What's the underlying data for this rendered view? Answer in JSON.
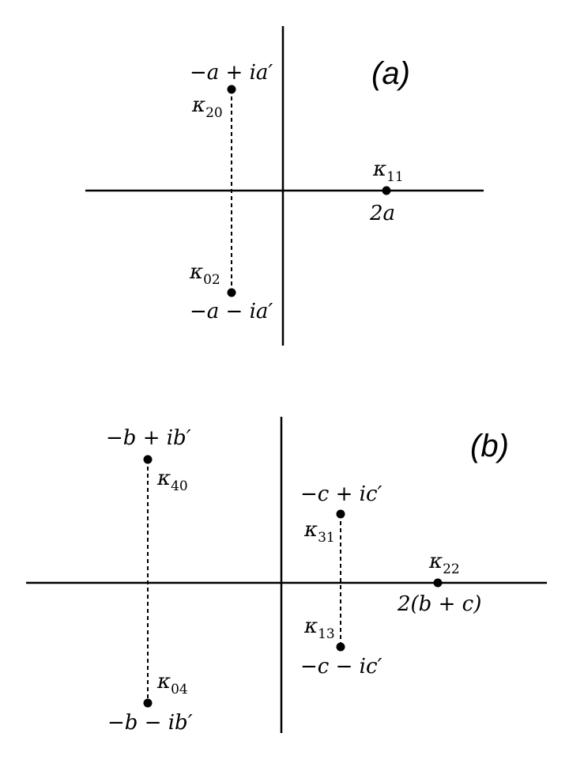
{
  "panel_a": {
    "label": "(a)",
    "points": [
      {
        "kappa": "κ",
        "subscript": "20",
        "value": "−a + ia′"
      },
      {
        "kappa": "κ",
        "subscript": "02",
        "value": "−a − ia′"
      },
      {
        "kappa": "κ",
        "subscript": "11",
        "value": "2a"
      }
    ]
  },
  "panel_b": {
    "label": "(b)",
    "points": [
      {
        "kappa": "κ",
        "subscript": "40",
        "value": "−b + ib′"
      },
      {
        "kappa": "κ",
        "subscript": "04",
        "value": "−b − ib′"
      },
      {
        "kappa": "κ",
        "subscript": "31",
        "value": "−c + ic′"
      },
      {
        "kappa": "κ",
        "subscript": "13",
        "value": "−c − ic′"
      },
      {
        "kappa": "κ",
        "subscript": "22",
        "value": "2(b + c)"
      }
    ]
  }
}
